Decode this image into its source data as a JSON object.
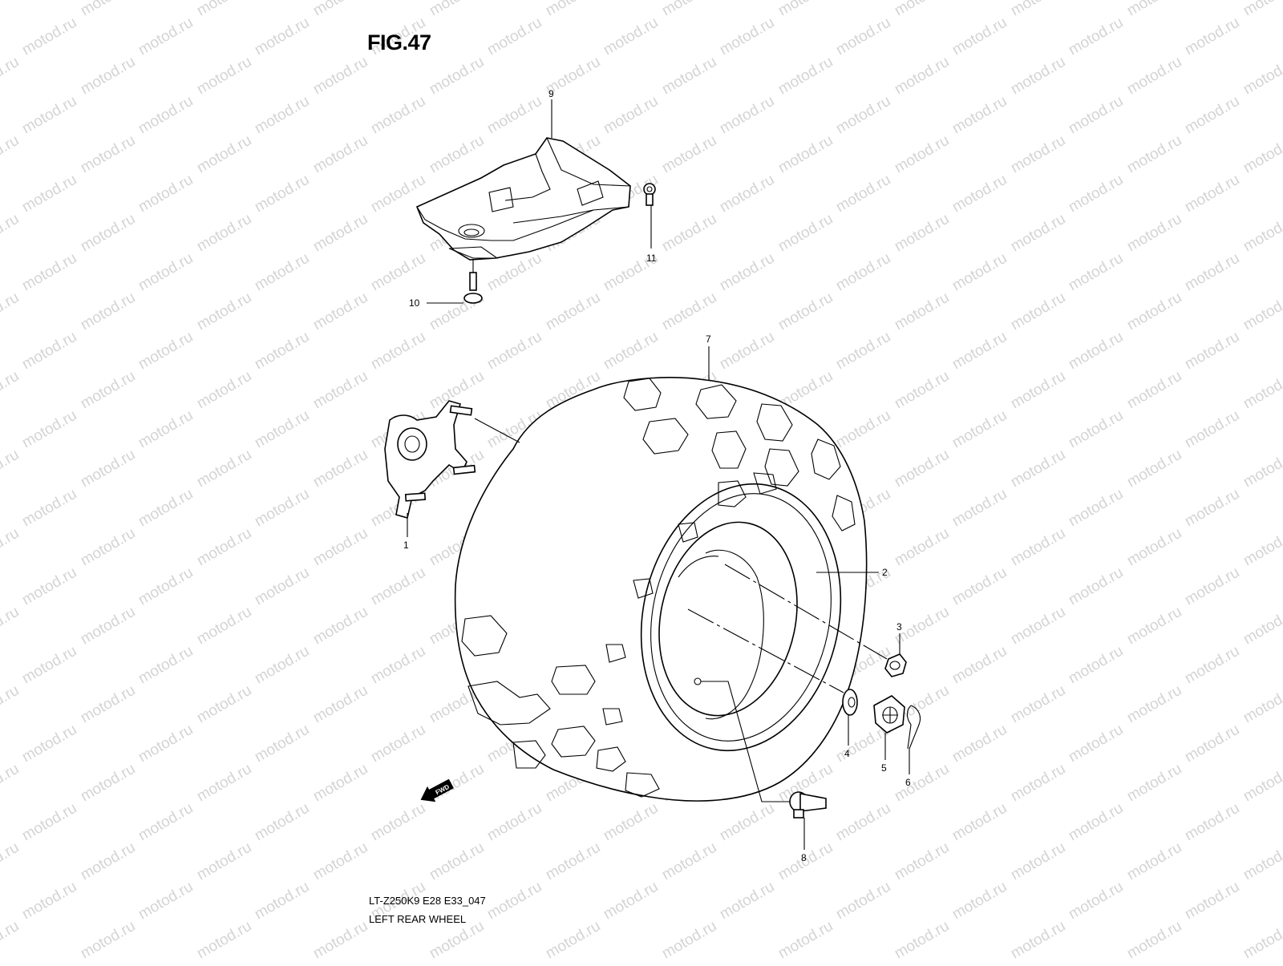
{
  "figure": {
    "title": "FIG.47",
    "model_code": "LT-Z250K9 E28 E33_047",
    "caption": "LEFT REAR WHEEL"
  },
  "watermark": {
    "text": "motod.ru",
    "color": "#d4d4d4"
  },
  "arrow_badge": {
    "text": "FWD"
  },
  "parts": [
    {
      "number": "1",
      "name_icon": "wheel-hub-icon"
    },
    {
      "number": "2",
      "name_icon": "rim-icon"
    },
    {
      "number": "3",
      "name_icon": "nut-icon"
    },
    {
      "number": "4",
      "name_icon": "washer-icon"
    },
    {
      "number": "5",
      "name_icon": "castle-nut-icon"
    },
    {
      "number": "6",
      "name_icon": "cotter-pin-icon"
    },
    {
      "number": "7",
      "name_icon": "tire-icon"
    },
    {
      "number": "8",
      "name_icon": "valve-icon"
    },
    {
      "number": "9",
      "name_icon": "guard-icon"
    },
    {
      "number": "10",
      "name_icon": "bolt-icon"
    },
    {
      "number": "11",
      "name_icon": "bolt-icon"
    }
  ]
}
